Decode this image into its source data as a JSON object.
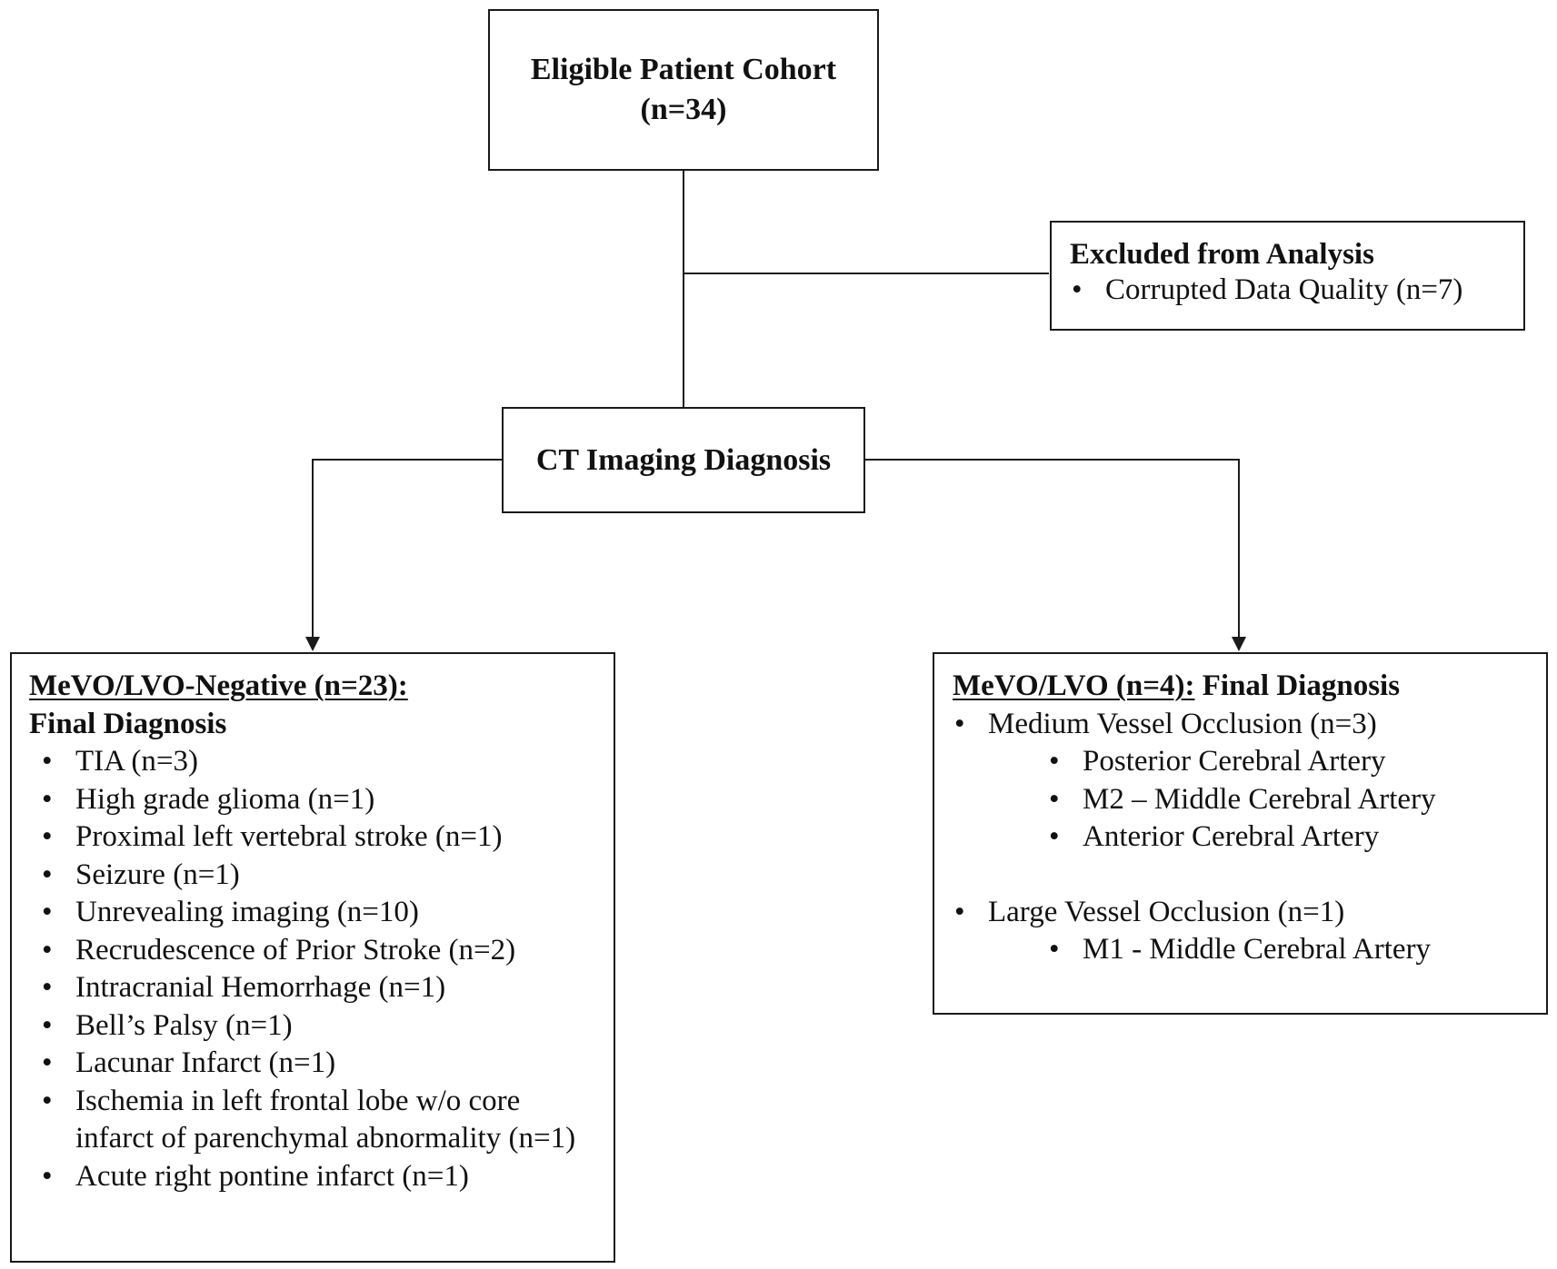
{
  "colors": {
    "line": "#1a1a1a",
    "text": "#111111",
    "background": "#ffffff"
  },
  "cohort": {
    "title": "Eligible Patient Cohort",
    "count": "(n=34)"
  },
  "excluded": {
    "title": "Excluded from Analysis",
    "items": [
      {
        "label": "Corrupted Data Quality (n=7)"
      }
    ]
  },
  "ct": {
    "title": "CT Imaging Diagnosis"
  },
  "negative": {
    "title": "MeVO/LVO-Negative (n=23):",
    "subtitle": "Final Diagnosis",
    "items": [
      {
        "label": "TIA (n=3)"
      },
      {
        "label": "High grade glioma (n=1)"
      },
      {
        "label": "Proximal left vertebral stroke (n=1)"
      },
      {
        "label": "Seizure (n=1)"
      },
      {
        "label": "Unrevealing imaging (n=10)"
      },
      {
        "label": "Recrudescence of Prior Stroke (n=2)"
      },
      {
        "label": "Intracranial Hemorrhage (n=1)"
      },
      {
        "label": "Bell’s Palsy (n=1)"
      },
      {
        "label": "Lacunar Infarct (n=1)"
      },
      {
        "label": "Ischemia in left frontal lobe w/o core infarct of parenchymal abnormality (n=1)"
      },
      {
        "label": "Acute right pontine infarct (n=1)"
      }
    ]
  },
  "positive": {
    "title": "MeVO/LVO (n=4):",
    "title_suffix": " Final Diagnosis",
    "groups": [
      {
        "label": "Medium Vessel Occlusion (n=3)",
        "subitems": [
          {
            "label": "Posterior Cerebral Artery"
          },
          {
            "label": "M2 – Middle Cerebral Artery"
          },
          {
            "label": "Anterior Cerebral Artery"
          }
        ]
      },
      {
        "label": "Large Vessel Occlusion (n=1)",
        "subitems": [
          {
            "label": "M1 - Middle Cerebral Artery"
          }
        ]
      }
    ]
  }
}
